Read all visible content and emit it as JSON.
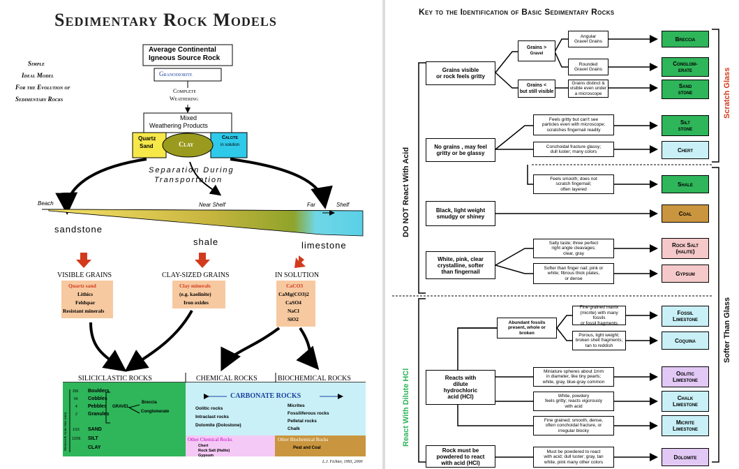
{
  "left": {
    "title": "Sedimentary Rock Models",
    "subtitle_lines": [
      "Simple",
      "Ideal Model",
      "For the Evolution of",
      "Sedimentary Rocks"
    ],
    "source_rock_line1": "Average Continental",
    "source_rock_line2": "Igneous Source Rock",
    "granodiorite": "Granodiorite",
    "weathering_line1": "Complete",
    "weathering_line2": "Weathering",
    "mixed_line1": "Mixed",
    "mixed_line2": "Weathering Products",
    "quartz_line1": "Quartz",
    "quartz_line2": "Sand",
    "clay": "Clay",
    "calcite_line1": "Calcite",
    "calcite_line2": "in solution",
    "separation_line1": "Separation During",
    "separation_line2": "Transportation",
    "beach": "Beach",
    "near_shelf": "Near Shelf",
    "far": "Far",
    "shelf": "Shelf",
    "sandstone": "sandstone",
    "shale": "shale",
    "limestone": "limestone",
    "col1": {
      "head": "VISIBLE GRAINS",
      "items": [
        "Quartz sand",
        "Lithics",
        "Feldspar",
        "Resistant minerals"
      ]
    },
    "col2": {
      "head": "CLAY-SIZED GRAINS",
      "items": [
        "Clay minerals",
        "(e.g. kaolinite)",
        "Iron oxides"
      ]
    },
    "col3": {
      "head": "IN SOLUTION",
      "items": [
        "CaCO3",
        "CaMg(CO3)2",
        "CaSO4",
        "NaCl",
        "SiO2"
      ]
    },
    "siliciclastic": "SILICICLASTIC ROCKS",
    "chemical": "CHEMICAL ROCKS",
    "biochemical": "BIOCHEMICAL ROCKS",
    "grain_axis": "Wentworth Grain Size (mm)",
    "grain_sizes": [
      {
        "size": "256",
        "name": "Boulders"
      },
      {
        "size": "64",
        "name": "Cobbles"
      },
      {
        "size": "4",
        "name": "Pebbles"
      },
      {
        "size": "2",
        "name": "Granules"
      },
      {
        "size": "1/16",
        "name": "SAND"
      },
      {
        "size": "1/256",
        "name": "SILT"
      },
      {
        "size": "",
        "name": "CLAY"
      }
    ],
    "gravel": "GRAVEL",
    "breccia_small": "Breccia",
    "conglomerate_small": "Conglomerate",
    "carbonate_rocks": "CARBONATE ROCKS",
    "chem_rocks_list": [
      "Oolitic rocks",
      "Intraclast rocks",
      "Dolomite (Dolostone)"
    ],
    "bio_rocks_list": [
      "Micrites",
      "Fossiliferous rocks",
      "Pelletal rocks",
      "Chalk"
    ],
    "other_chemical": "Other Chemical Rocks",
    "other_chemical_list": [
      "Chert",
      "Rock Salt (Halite)",
      "Gypsum"
    ],
    "other_biochemical": "Other Biochemical Rocks",
    "other_biochemical_list": [
      "Peat and Coal"
    ],
    "credit": "L.J. Fichter, 1993, 2000"
  },
  "right": {
    "title": "Key to the Identification of Basic Sedimentary Rocks",
    "side_left_top": "DO NOT React With Acid",
    "side_left_bottom": "React With Dilute HCl",
    "side_right_top": "Scratch Glass",
    "side_right_bottom": "Softer Than Glass",
    "d_grains": [
      "Grains visible",
      "or rock feels gritty"
    ],
    "d_nograins": [
      "No grains , may feel",
      "gritty or be glassy"
    ],
    "d_black": [
      "Black, light weight",
      "smudgy or shiney"
    ],
    "d_white": [
      "White, pink, clear",
      "crystalline, softer",
      "than fingernail"
    ],
    "d_reacts": [
      "Reacts with",
      "dilute",
      "hydrochloric",
      "acid (HCl)"
    ],
    "d_powder": [
      "Rock must be",
      "powdered to react",
      "with acid (HCl)"
    ],
    "d_fossil": [
      "Abundant fossils",
      "present, whole or",
      "broken"
    ],
    "g_gt": "Grains  >",
    "g_gt_sub": "Gravel",
    "g_lt": "Grains  <",
    "g_lt_sub": "but still visible",
    "s_angular": [
      "Angular",
      "Gravel Grains"
    ],
    "s_rounded": [
      "Rounded",
      "Gravel Grains"
    ],
    "s_sand": [
      "Grains distinct &",
      "visible even under",
      "a microscope"
    ],
    "s_silt": [
      "Feels gritty but can't see",
      "particles even with microscope;",
      "scratches fingernail readily"
    ],
    "s_chert": [
      "Conchoidal fracture glassy;",
      "dull luster; many colors"
    ],
    "s_shale": [
      "Feels smooth; does not",
      "scratch fingernail;",
      "often layered"
    ],
    "s_salt": [
      "Salty taste; three perfect",
      "right angle cleavages;",
      "clear, gray"
    ],
    "s_gypsum": [
      "Softer than finger nail; pink or",
      "white; fibrous thick plates,",
      "or dense"
    ],
    "s_fossil": [
      "Fine grained matrix",
      "(micrite) with many fossils",
      "or fossil fragments"
    ],
    "s_coquina": [
      "Porous, light weight;",
      "broken shell fragments;",
      "tan to reddish"
    ],
    "s_oolitic": [
      "Miniature spheres about 1mm",
      "in diameter, like tiny pearls;",
      "white, gray, blue-gray common"
    ],
    "s_chalk": [
      "White, powdery",
      "feels gritty; reacts vigorously",
      "with acid"
    ],
    "s_micrite": [
      "Fine grained; smooth, dense,",
      "often conchoidal fracture, or",
      "irregular blocky"
    ],
    "s_dolomite": [
      "Must be powdered to react",
      "with acid; dull luster; gray, tan",
      "white, pink many other colors"
    ],
    "r_breccia": [
      "Breccia"
    ],
    "r_conglomerate": [
      "Conglom-",
      "erate"
    ],
    "r_sandstone": [
      "Sand",
      "stone"
    ],
    "r_siltstone": [
      "Silt",
      "stone"
    ],
    "r_chert": [
      "Chert"
    ],
    "r_shale": [
      "Shale"
    ],
    "r_coal": [
      "Coal"
    ],
    "r_rocksalt": [
      "Rock Salt",
      "(halite)"
    ],
    "r_gypsum": [
      "Gypsum"
    ],
    "r_fossil": [
      "Fossil",
      "Limestone"
    ],
    "r_coquina": [
      "Coquina"
    ],
    "r_oolitic": [
      "Oolitic",
      "Limestone"
    ],
    "r_chalk": [
      "Chalk",
      "Limestone"
    ],
    "r_micrite": [
      "Micrite",
      "Limestone"
    ],
    "r_dolomite": [
      "Dolomite"
    ]
  },
  "colors": {
    "green": "#2fb55a",
    "cyan": "#c9f0f7",
    "brown": "#c9953f",
    "pink": "#f5c9c9",
    "violet": "#e2c8f5",
    "sand_yellow": "#f7e84a",
    "clay_olive": "#9a9a1e",
    "calcite_cyan": "#2fc9e9",
    "peach": "#f7c9a0",
    "red": "#d23a1d"
  }
}
